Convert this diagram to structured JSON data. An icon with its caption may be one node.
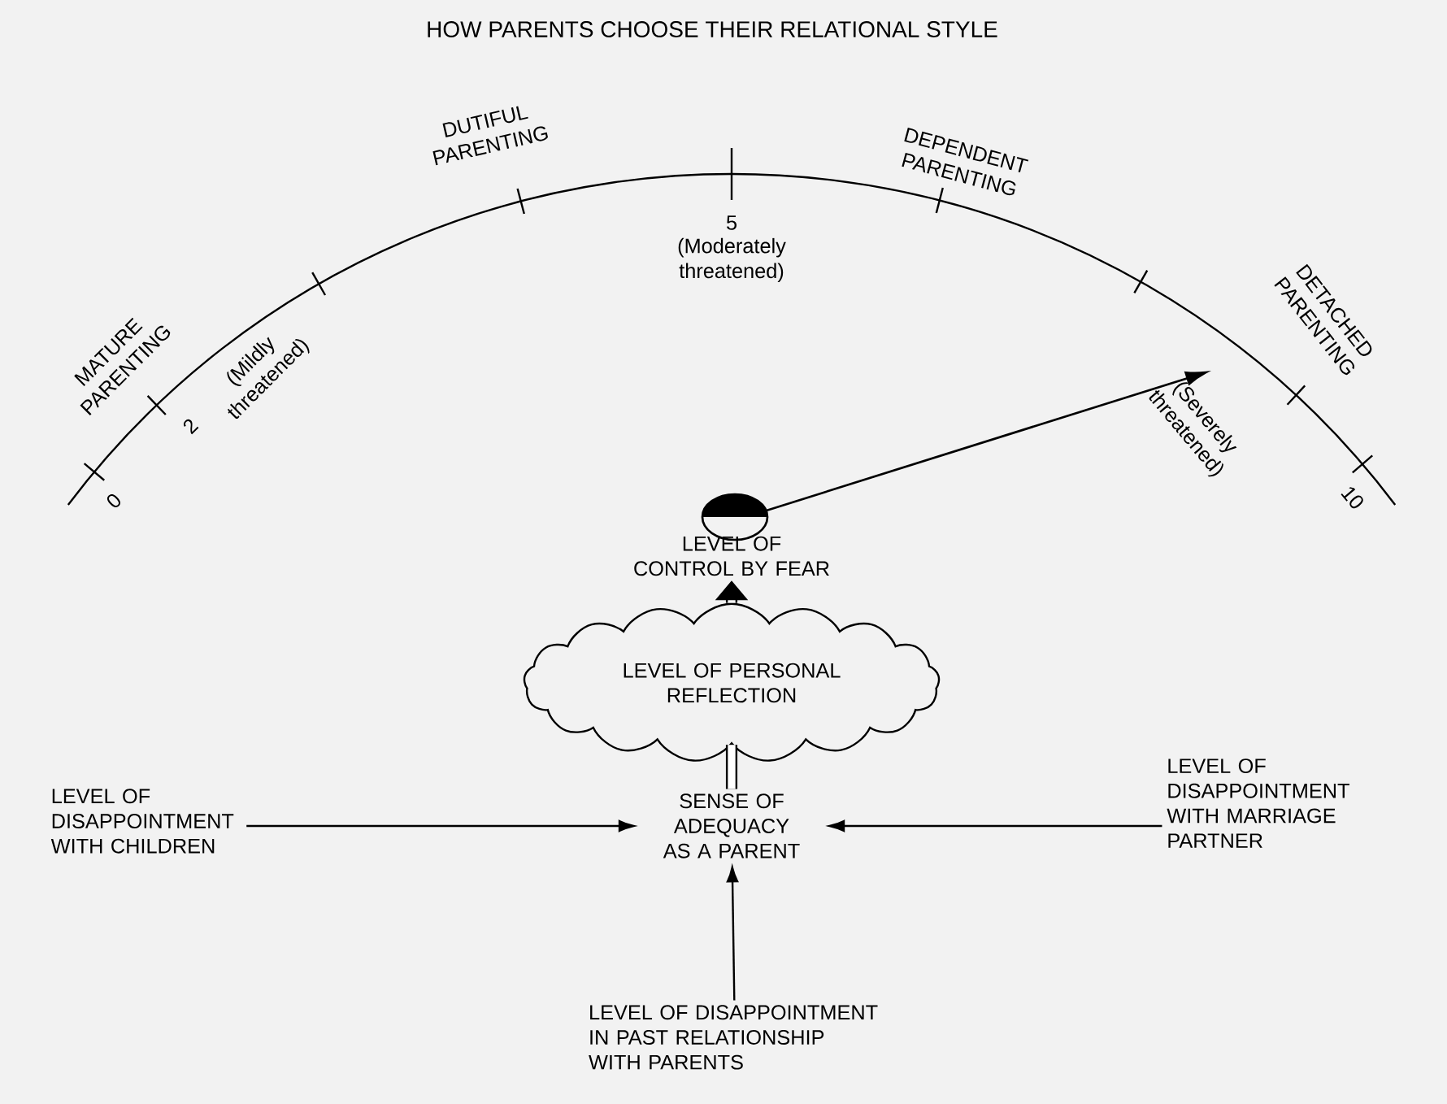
{
  "diagram": {
    "title": "HOW PARENTS CHOOSE THEIR RELATIONAL STYLE",
    "nodes": [
      {
        "text": [
          "LEVEL OF CONTROL BY FEAR"
        ]
      },
      {
        "text": [
          "LEVEL OF PERSONAL REFLECTION"
        ]
      },
      {
        "text": [
          "SENSE OF ADEQUACY AS A PARENT"
        ]
      },
      {
        "text": [
          "LEVEL OF DISAPPOINTMENT WITH CHILDREN"
        ]
      },
      {
        "text": [
          "LEVEL OF DISAPPOINTMENT WITH MARRIAGE PARTNER"
        ]
      },
      {
        "text": [
          "LEVEL OF DISAPPOINTMENT IN PAST RELATIONSHIP WITH PARENTS"
        ]
      }
    ],
    "edges": [
      {
        "from": 1,
        "to": 0,
        "arrow": "to",
        "style": "thick"
      },
      {
        "from": 2,
        "to": 1,
        "arrow": "none",
        "style": "thick"
      },
      {
        "from": 3,
        "to": 2,
        "arrow": "to"
      },
      {
        "from": 4,
        "to": 2,
        "arrow": "to"
      },
      {
        "from": 5,
        "to": 2,
        "arrow": "to"
      }
    ],
    "labels": [
      "MATURE PARENTING",
      "DUTIFUL PARENTING",
      "DEPENDENT PARENTING",
      "DETACHED PARENTING",
      "0",
      "2",
      "(Mildly threatened)",
      "5",
      "(Moderately threatened)",
      "(Severely threatened)",
      "10"
    ]
  }
}
